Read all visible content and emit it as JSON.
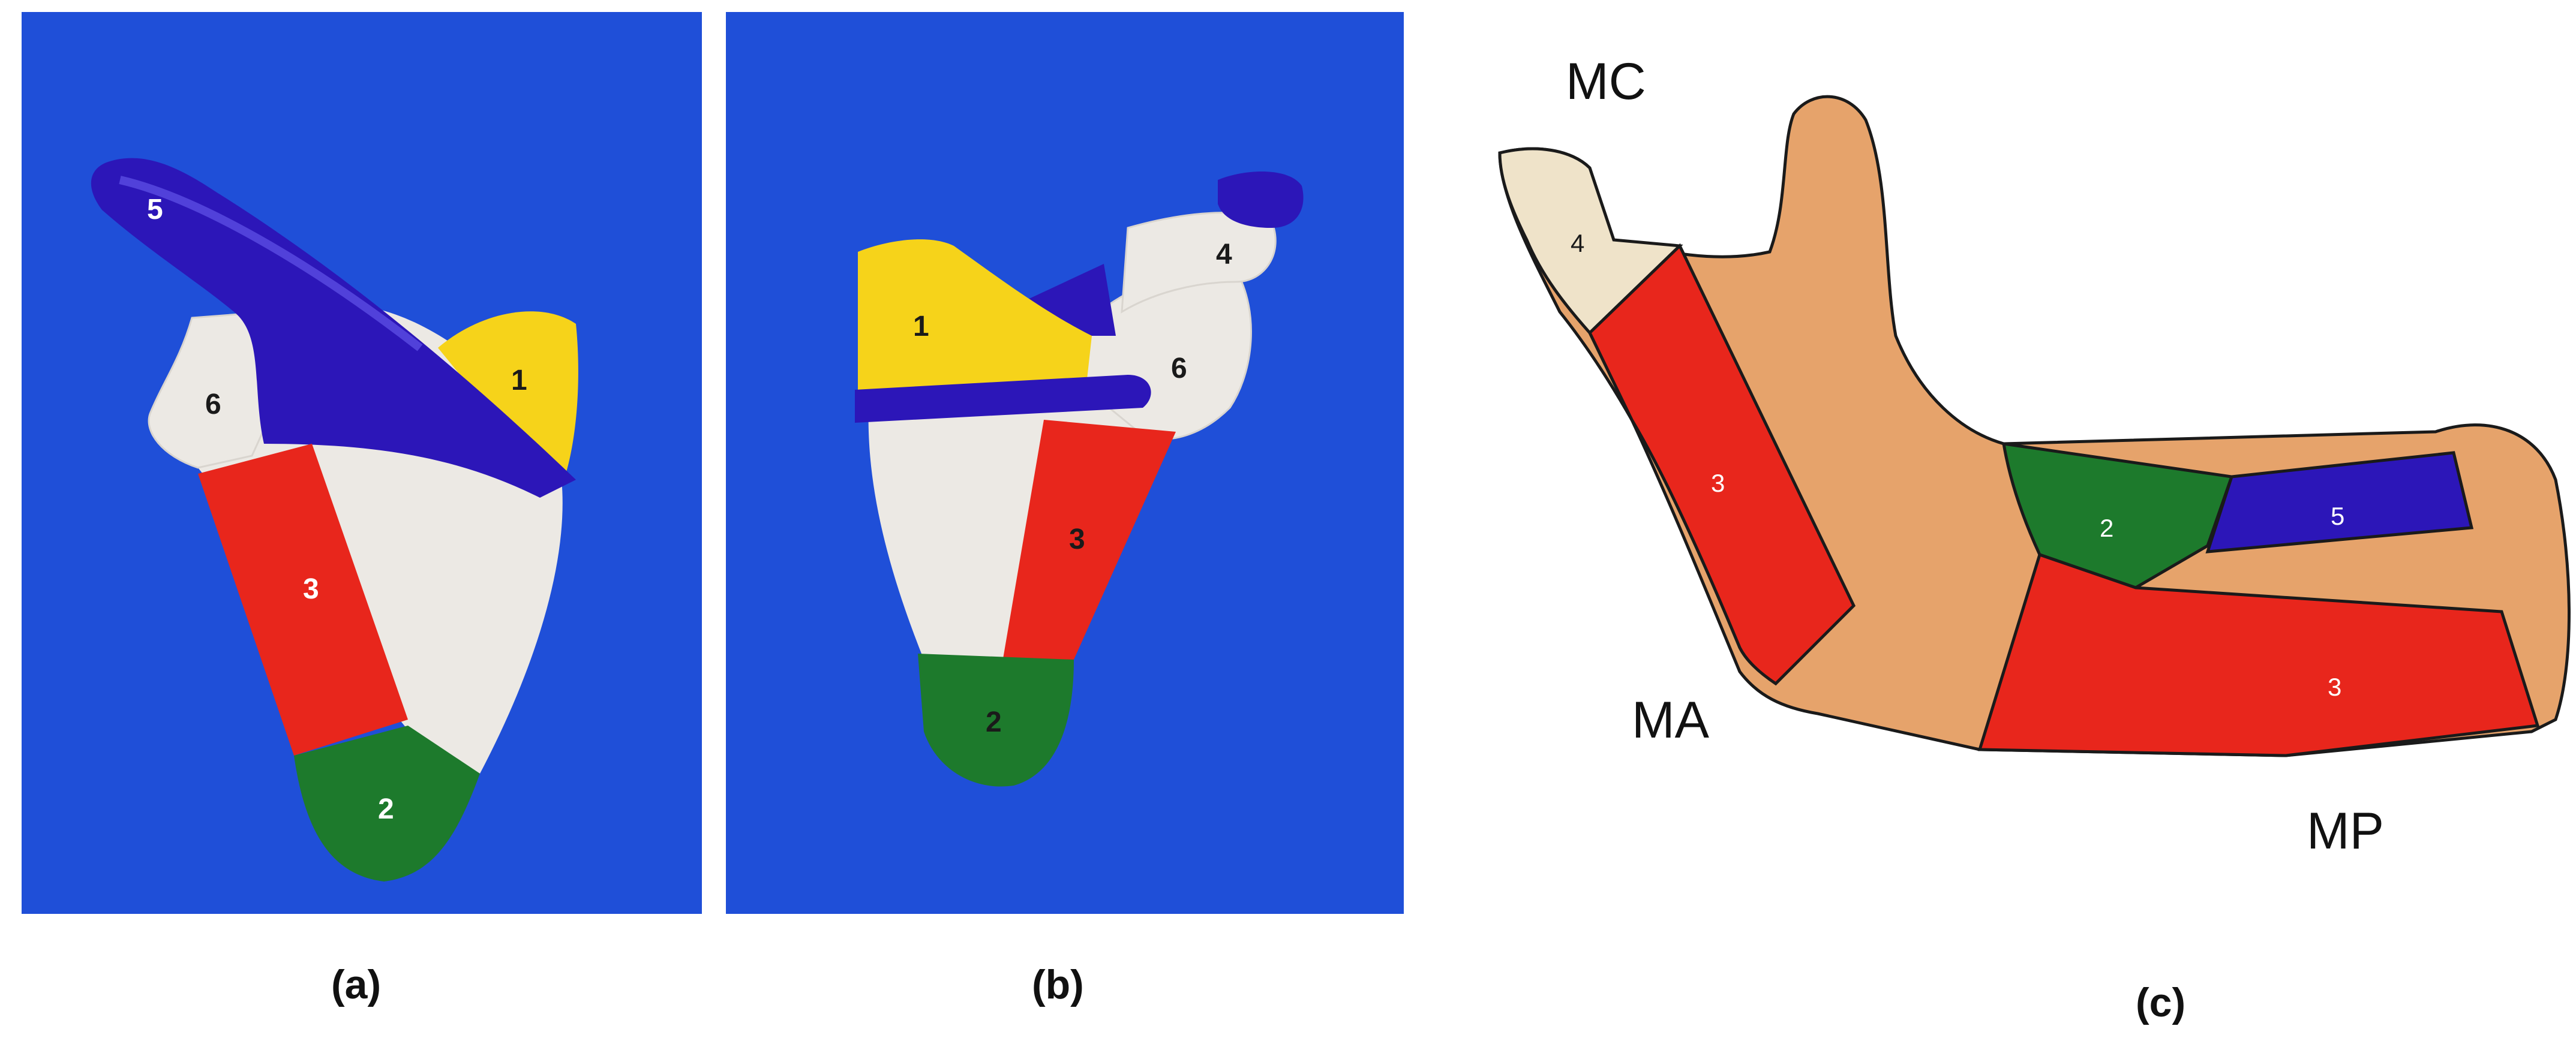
{
  "colors": {
    "background_blue": "#1f4fd8",
    "region_1": "#f6d31a",
    "region_2": "#1d7a2c",
    "region_3": "#e8261c",
    "region_4": "#efe3c9",
    "region_5": "#2c16b8",
    "region_6": "#ece9e4",
    "bone_tan": "#e6a36b"
  },
  "panels": [
    {
      "caption": "(a)",
      "regions": [
        {
          "id": "5",
          "label": "5"
        },
        {
          "id": "1",
          "label": "1"
        },
        {
          "id": "6",
          "label": "6"
        },
        {
          "id": "3",
          "label": "3"
        },
        {
          "id": "2",
          "label": "2"
        }
      ]
    },
    {
      "caption": "(b)",
      "regions": [
        {
          "id": "4",
          "label": "4"
        },
        {
          "id": "1",
          "label": "1"
        },
        {
          "id": "6",
          "label": "6"
        },
        {
          "id": "3",
          "label": "3"
        },
        {
          "id": "2",
          "label": "2"
        }
      ]
    },
    {
      "caption": "(c)",
      "landmarks": {
        "mc": "MC",
        "ma": "MA",
        "mp": "MP"
      },
      "regions": [
        {
          "id": "4",
          "label": "4"
        },
        {
          "id": "3a",
          "label": "3"
        },
        {
          "id": "2",
          "label": "2"
        },
        {
          "id": "5",
          "label": "5"
        },
        {
          "id": "3b",
          "label": "3"
        }
      ]
    }
  ]
}
